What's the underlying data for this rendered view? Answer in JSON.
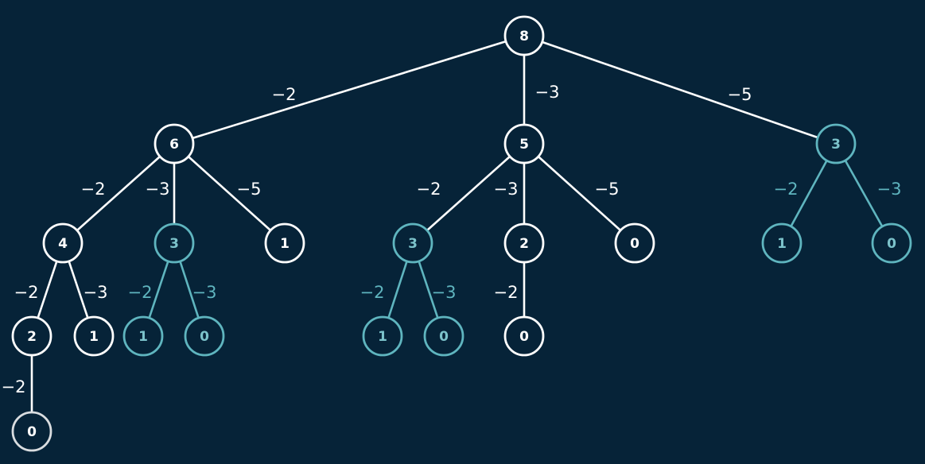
{
  "colors": {
    "background": "#062338",
    "primary": "#ffffff",
    "memoized": "#5fb5bf"
  },
  "nodes": [
    {
      "id": "n8",
      "value": "8",
      "style": "white"
    },
    {
      "id": "n6",
      "value": "6",
      "style": "white"
    },
    {
      "id": "n5",
      "value": "5",
      "style": "white"
    },
    {
      "id": "n3r",
      "value": "3",
      "style": "teal"
    },
    {
      "id": "n4",
      "value": "4",
      "style": "white"
    },
    {
      "id": "n3a",
      "value": "3",
      "style": "teal"
    },
    {
      "id": "n1a",
      "value": "1",
      "style": "white"
    },
    {
      "id": "n3b",
      "value": "3",
      "style": "teal"
    },
    {
      "id": "n2b",
      "value": "2",
      "style": "white"
    },
    {
      "id": "n0b",
      "value": "0",
      "style": "white"
    },
    {
      "id": "n1r",
      "value": "1",
      "style": "teal"
    },
    {
      "id": "n0r",
      "value": "0",
      "style": "teal"
    },
    {
      "id": "n2a",
      "value": "2",
      "style": "white"
    },
    {
      "id": "n1c",
      "value": "1",
      "style": "white"
    },
    {
      "id": "n1d",
      "value": "1",
      "style": "teal"
    },
    {
      "id": "n0d",
      "value": "0",
      "style": "teal"
    },
    {
      "id": "n1e",
      "value": "1",
      "style": "teal"
    },
    {
      "id": "n0e",
      "value": "0",
      "style": "teal"
    },
    {
      "id": "n0f",
      "value": "0",
      "style": "white"
    },
    {
      "id": "n0g",
      "value": "0",
      "style": "white"
    }
  ],
  "edges": [
    {
      "from": "n8",
      "to": "n6",
      "label": "−2",
      "style": "white"
    },
    {
      "from": "n8",
      "to": "n5",
      "label": "−3",
      "style": "white"
    },
    {
      "from": "n8",
      "to": "n3r",
      "label": "−5",
      "style": "white"
    },
    {
      "from": "n6",
      "to": "n4",
      "label": "−2",
      "style": "white"
    },
    {
      "from": "n6",
      "to": "n3a",
      "label": "−3",
      "style": "white"
    },
    {
      "from": "n6",
      "to": "n1a",
      "label": "−5",
      "style": "white"
    },
    {
      "from": "n5",
      "to": "n3b",
      "label": "−2",
      "style": "white"
    },
    {
      "from": "n5",
      "to": "n2b",
      "label": "−3",
      "style": "white"
    },
    {
      "from": "n5",
      "to": "n0b",
      "label": "−5",
      "style": "white"
    },
    {
      "from": "n3r",
      "to": "n1r",
      "label": "−2",
      "style": "teal"
    },
    {
      "from": "n3r",
      "to": "n0r",
      "label": "−3",
      "style": "teal"
    },
    {
      "from": "n4",
      "to": "n2a",
      "label": "−2",
      "style": "white"
    },
    {
      "from": "n4",
      "to": "n1c",
      "label": "−3",
      "style": "white"
    },
    {
      "from": "n3a",
      "to": "n1d",
      "label": "−2",
      "style": "teal"
    },
    {
      "from": "n3a",
      "to": "n0d",
      "label": "−3",
      "style": "teal"
    },
    {
      "from": "n3b",
      "to": "n1e",
      "label": "−2",
      "style": "teal"
    },
    {
      "from": "n3b",
      "to": "n0e",
      "label": "−3",
      "style": "teal"
    },
    {
      "from": "n2b",
      "to": "n0f",
      "label": "−2",
      "style": "white"
    },
    {
      "from": "n2a",
      "to": "n0g",
      "label": "−2",
      "style": "white"
    }
  ]
}
